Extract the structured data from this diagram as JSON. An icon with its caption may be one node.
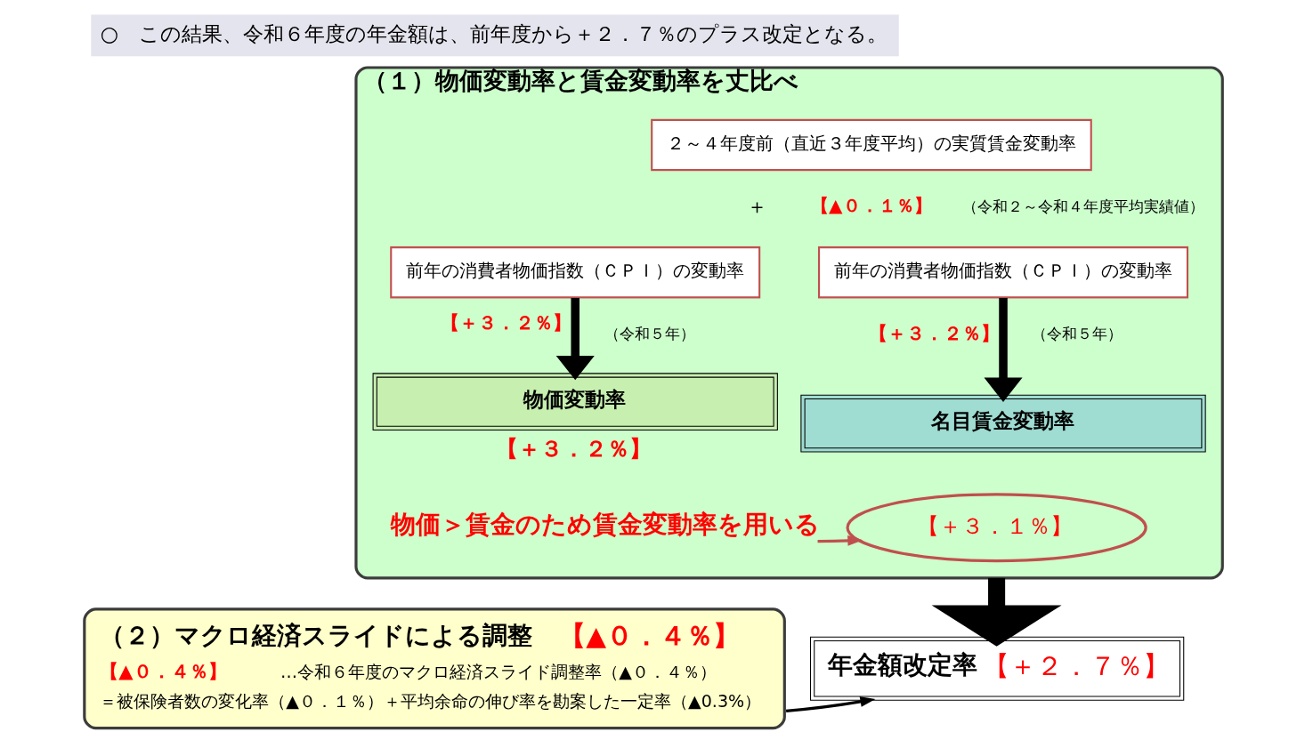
{
  "diagram": {
    "title": "○　この結果、令和６年度の年金額は、前年度から＋２．７％のプラス改定となる。",
    "nodes": [
      {
        "text": [
          "（１）物価変動率と賃金変動率を丈比べ"
        ]
      },
      {
        "text": [
          "２～４年度前（直近３年度平均）の実質賃金変動率"
        ],
        "in": 0
      },
      {
        "text": [
          "前年の消費者物価指数（ＣＰＩ）の変動率"
        ],
        "in": 0
      },
      {
        "text": [
          "前年の消費者物価指数（ＣＰＩ）の変動率"
        ],
        "in": 0
      },
      {
        "text": [
          "物価変動率"
        ],
        "in": 0,
        "beside": [
          "【＋３．２％】"
        ]
      },
      {
        "text": [
          "名目賃金変動率"
        ],
        "in": 0
      },
      {
        "text": [
          "物価＞賃金のため賃金変動率を用いる"
        ],
        "in": 0
      },
      {
        "text": [
          "【＋３．１％】"
        ],
        "in": 0
      },
      {
        "text": [
          "（２）マクロ経済スライドによる調整",
          "【▲０．４％】",
          "【▲０．４％】",
          "…令和６年度のマクロ経済スライド調整率（▲０．４％）",
          "＝被保険者数の変化率（▲０．１％）＋平均余命の伸び率を勘案した一定率（▲0.3%）"
        ]
      },
      {
        "text": [
          "年金額改定率",
          "【＋２．７％】"
        ]
      }
    ],
    "edges": [
      {
        "from": 2,
        "to": 4,
        "arrow": "to",
        "label": "【＋３．２％】"
      },
      {
        "from": 3,
        "to": 5,
        "arrow": "to",
        "label": "【＋３．２％】"
      },
      {
        "from": 6,
        "to": 7,
        "arrow": "to",
        "color": "#c0504d"
      },
      {
        "from": 0,
        "to": 9,
        "arrow": "to",
        "style": "thick"
      },
      {
        "from": 8,
        "to": 9,
        "arrow": "to"
      }
    ],
    "labels": [
      "＋",
      "【▲０．１％】",
      "（令和２～令和４年度平均実績値）",
      "（令和５年）",
      "（令和５年）"
    ]
  }
}
